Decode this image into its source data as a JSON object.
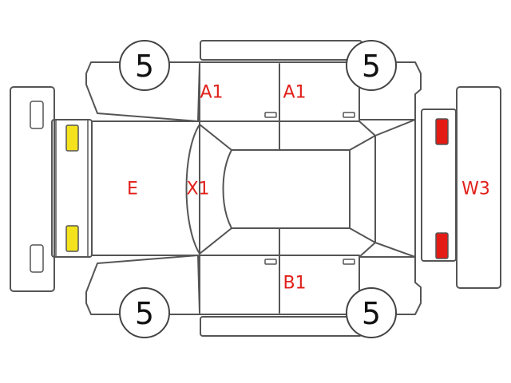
{
  "tire_labels": [
    "5",
    "5",
    "5",
    "5"
  ],
  "damage_codes": {
    "front_left_door": "A1",
    "rear_left_door": "A1",
    "hood": "E",
    "windshield_area": "X1",
    "rear_right_door": "B1",
    "rear_glass": "W3"
  },
  "colors": {
    "code_text": "#e0201a",
    "front_lights": "#f4e31c",
    "rear_lights": "#e41b14",
    "outline": "#555555"
  }
}
